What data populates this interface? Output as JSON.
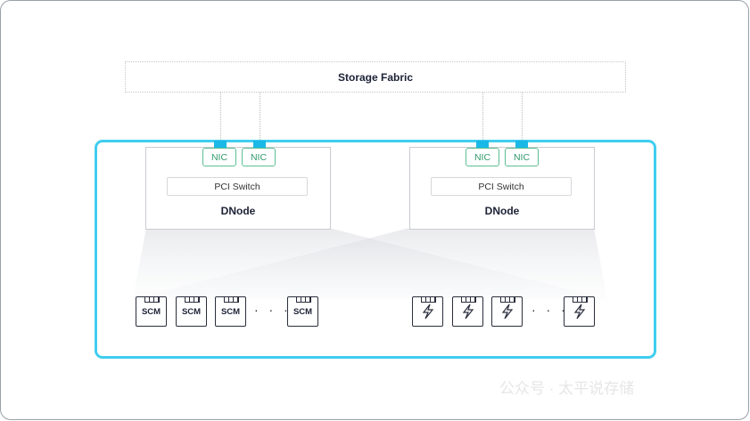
{
  "fabric": {
    "label": "Storage Fabric"
  },
  "dnodes": [
    {
      "label": "DNode",
      "pci": "PCI Switch",
      "nics": [
        "NIC",
        "NIC"
      ]
    },
    {
      "label": "DNode",
      "pci": "PCI Switch",
      "nics": [
        "NIC",
        "NIC"
      ]
    }
  ],
  "scm": {
    "label": "SCM",
    "ellipsis": "· · ·"
  },
  "flash": {
    "ellipsis": "· · ·"
  },
  "watermark": "公众号 · 太平说存储",
  "colors": {
    "cluster": "#40cdf0",
    "nic": "#2f9a6c"
  }
}
